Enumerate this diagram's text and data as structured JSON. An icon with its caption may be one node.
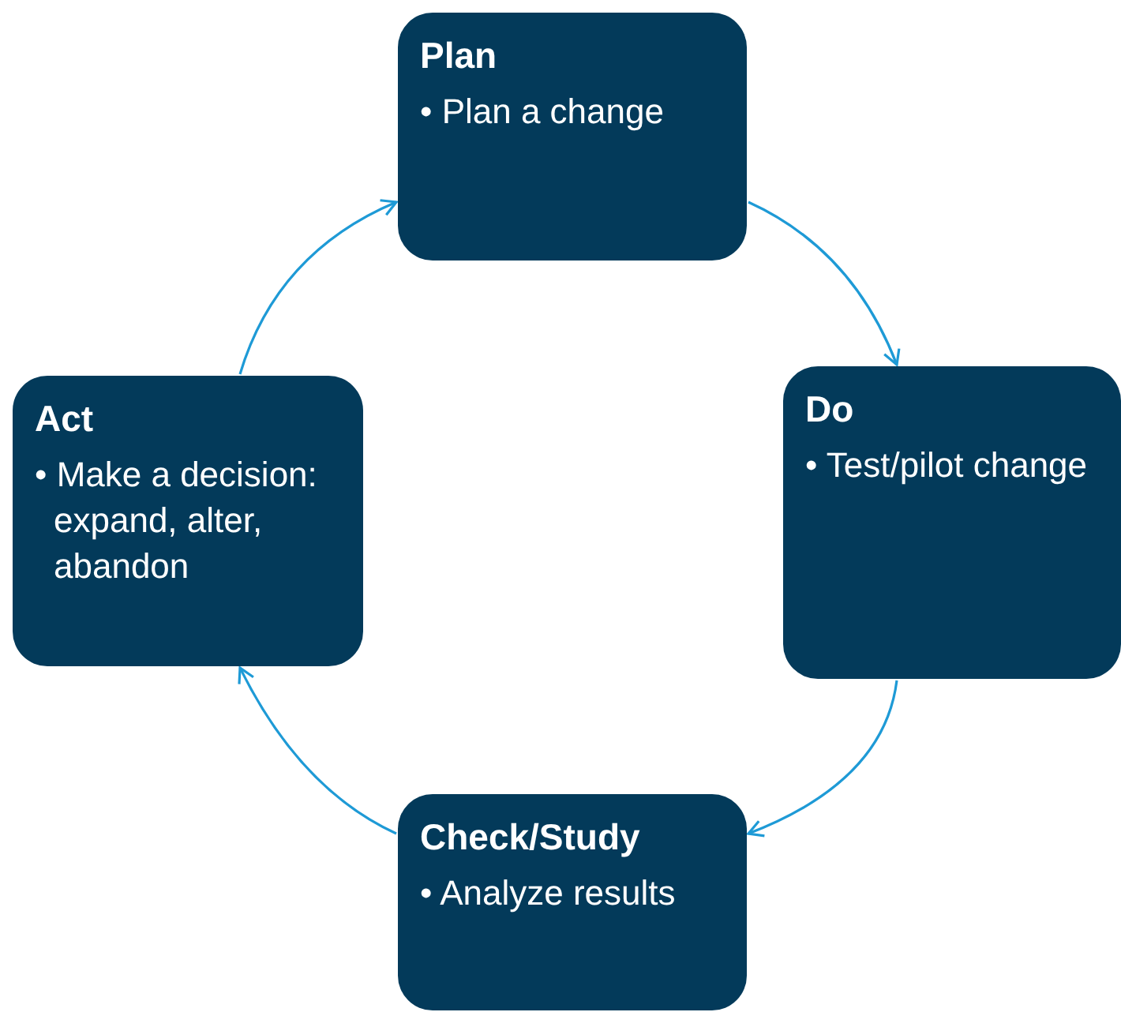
{
  "diagram": {
    "nodes": [
      {
        "text": [
          "Plan",
          "• Plan a change"
        ]
      },
      {
        "text": [
          "Do",
          "• Test/pilot change"
        ]
      },
      {
        "text": [
          "Check/Study",
          "• Analyze results"
        ]
      },
      {
        "text": [
          "Act",
          "• Make a decision: expand, alter, abandon"
        ]
      }
    ],
    "edges": [
      {
        "from": 0,
        "to": 1,
        "arrow": "to"
      },
      {
        "from": 1,
        "to": 2,
        "arrow": "to"
      },
      {
        "from": 2,
        "to": 3,
        "arrow": "to"
      },
      {
        "from": 3,
        "to": 0,
        "arrow": "to"
      }
    ]
  }
}
